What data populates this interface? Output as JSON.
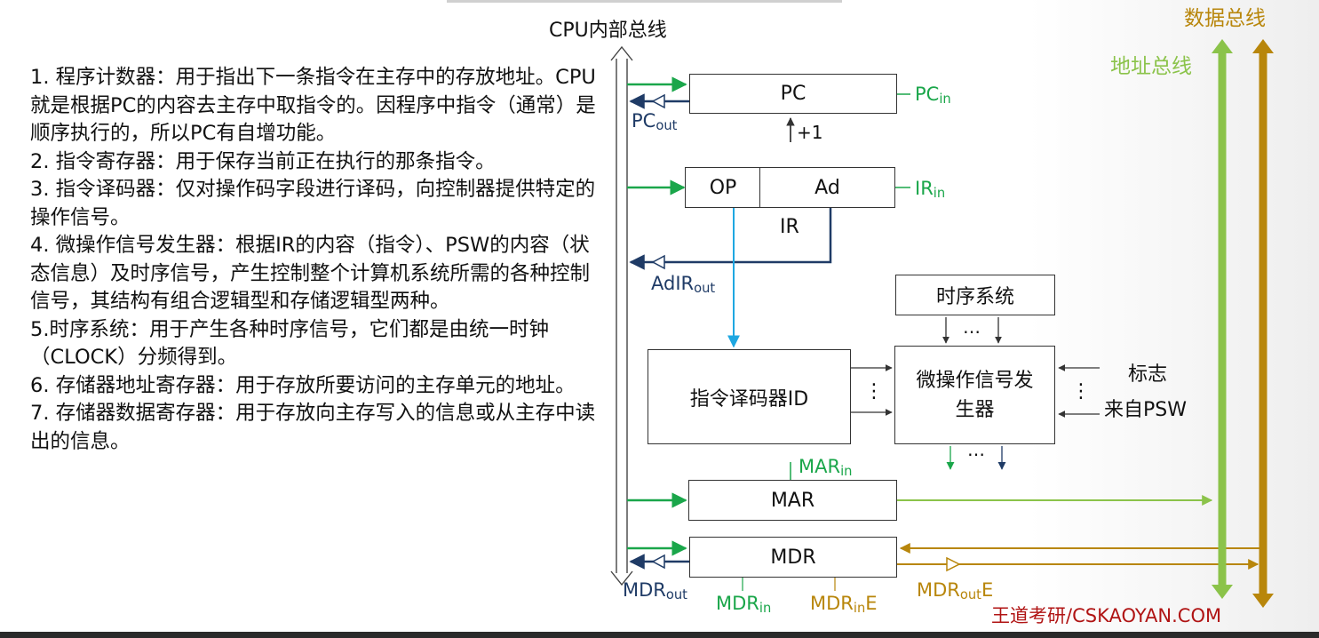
{
  "colors": {
    "green": "#1aa64a",
    "light_green": "#8bc34a",
    "navy": "#1f3b66",
    "cyan": "#1ea7e1",
    "gold": "#b8860b",
    "dark": "#333333"
  },
  "descriptions": [
    "1. 程序计数器：用于指出下一条指令在主存中的存放地址。CPU就是根据PC的内容去主存中取指令的。因程序中指令（通常）是顺序执行的，所以PC有自增功能。",
    "2. 指令寄存器：用于保存当前正在执行的那条指令。",
    "3. 指令译码器：仅对操作码字段进行译码，向控制器提供特定的操作信号。",
    "4. 微操作信号发生器：根据IR的内容（指令）、PSW的内容（状态信息）及时序信号，产生控制整个计算机系统所需的各种控制信号，其结构有组合逻辑型和存储逻辑型两种。",
    "5.时序系统：用于产生各种时序信号，它们都是由统一时钟（CLOCK）分频得到。",
    "6. 存储器地址寄存器：用于存放所要访问的主存单元的地址。",
    "7. 存储器数据寄存器：用于存放向主存写入的信息或从主存中读出的信息。"
  ],
  "diagram": {
    "cpu_bus": "CPU内部总线",
    "data_bus": "数据总线",
    "address_bus": "地址总线",
    "pc": "PC",
    "pc_increment": "+1",
    "ir_op": "OP",
    "ir_ad": "Ad",
    "ir": "IR",
    "timing_system": "时序系统",
    "decoder": "指令译码器ID",
    "micro_op_gen": "微操作信号发生器",
    "mar": "MAR",
    "mdr": "MDR",
    "flags": "标志",
    "from_psw": "来自PSW",
    "dots": "…",
    "vdots": "⋮"
  },
  "signals": {
    "pc_in": {
      "base": "PC",
      "sub": "in"
    },
    "pc_out": {
      "base": "PC",
      "sub": "out"
    },
    "ir_in": {
      "base": "IR",
      "sub": "in"
    },
    "adir_out": {
      "base": "AdIR",
      "sub": "out"
    },
    "mar_in": {
      "base": "MAR",
      "sub": "in"
    },
    "mdr_out": {
      "base": "MDR",
      "sub": "out"
    },
    "mdr_in": {
      "base": "MDR",
      "sub": "in"
    },
    "mdr_in_e": {
      "base": "MDR",
      "sub": "in",
      "suffix": "E"
    },
    "mdr_out_e": {
      "base": "MDR",
      "sub": "out",
      "suffix": "E"
    }
  },
  "watermark": "王道考研/CSKAOYAN.COM"
}
